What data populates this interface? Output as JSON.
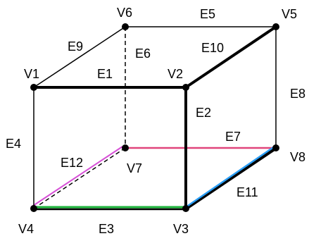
{
  "vertices": [
    {
      "id": "v1",
      "label": "V1"
    },
    {
      "id": "v2",
      "label": "V2"
    },
    {
      "id": "v3",
      "label": "V3"
    },
    {
      "id": "v4",
      "label": "V4"
    },
    {
      "id": "v5",
      "label": "V5"
    },
    {
      "id": "v6",
      "label": "V6"
    },
    {
      "id": "v7",
      "label": "V7"
    },
    {
      "id": "v8",
      "label": "V8"
    }
  ],
  "edges": [
    {
      "id": "e1",
      "label": "E1",
      "from": "V1",
      "to": "V2",
      "style": "bold",
      "color": "#000000"
    },
    {
      "id": "e2",
      "label": "E2",
      "from": "V2",
      "to": "V3",
      "style": "bold",
      "color": "#000000"
    },
    {
      "id": "e3",
      "label": "E3",
      "from": "V3",
      "to": "V4",
      "style": "bold",
      "color": "#1db33a"
    },
    {
      "id": "e4",
      "label": "E4",
      "from": "V1",
      "to": "V4",
      "style": "thin",
      "color": "#000000"
    },
    {
      "id": "e5",
      "label": "E5",
      "from": "V6",
      "to": "V5",
      "style": "thin",
      "color": "#000000"
    },
    {
      "id": "e6",
      "label": "E6",
      "from": "V6",
      "to": "V7",
      "style": "dashed",
      "color": "#000000"
    },
    {
      "id": "e7",
      "label": "E7",
      "from": "V7",
      "to": "V8",
      "style": "thin",
      "color": "#e0457b"
    },
    {
      "id": "e8",
      "label": "E8",
      "from": "V5",
      "to": "V8",
      "style": "thin",
      "color": "#000000"
    },
    {
      "id": "e9",
      "label": "E9",
      "from": "V1",
      "to": "V6",
      "style": "thin",
      "color": "#000000"
    },
    {
      "id": "e10",
      "label": "E10",
      "from": "V2",
      "to": "V5",
      "style": "bold",
      "color": "#000000"
    },
    {
      "id": "e11",
      "label": "E11",
      "from": "V3",
      "to": "V8",
      "style": "bold",
      "color": "#000000"
    },
    {
      "id": "e11-highlight",
      "label": "",
      "from": "V3",
      "to": "V8",
      "style": "thin",
      "color": "#2a9df4"
    },
    {
      "id": "e12",
      "label": "E12",
      "from": "V7",
      "to": "V4",
      "style": "thin",
      "color": "#d64fd6"
    },
    {
      "id": "e12-dashed",
      "label": "",
      "from": "V7",
      "to": "V4",
      "style": "dashed",
      "color": "#000000"
    }
  ]
}
